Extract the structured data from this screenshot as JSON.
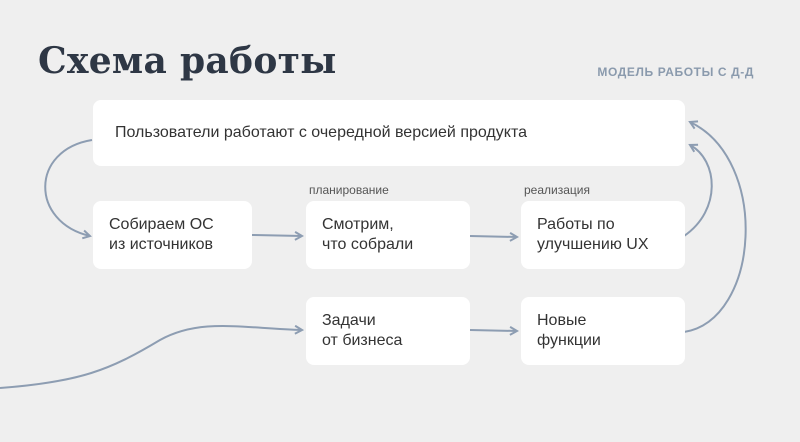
{
  "header": {
    "title": "Схема работы",
    "subtitle": "МОДЕЛЬ РАБОТЫ С Д-Д"
  },
  "diagram": {
    "top_box": "Пользователи работают с очередной версией продукта",
    "stages": {
      "planning": "планирование",
      "implementation": "реализация"
    },
    "boxes": {
      "collect": "Собираем ОС\nиз источников",
      "review": "Смотрим,\nчто собрали",
      "ux": "Работы по\nулучшению UX",
      "business": "Задачи\nот бизнеса",
      "features": "Новые\nфункции"
    }
  }
}
